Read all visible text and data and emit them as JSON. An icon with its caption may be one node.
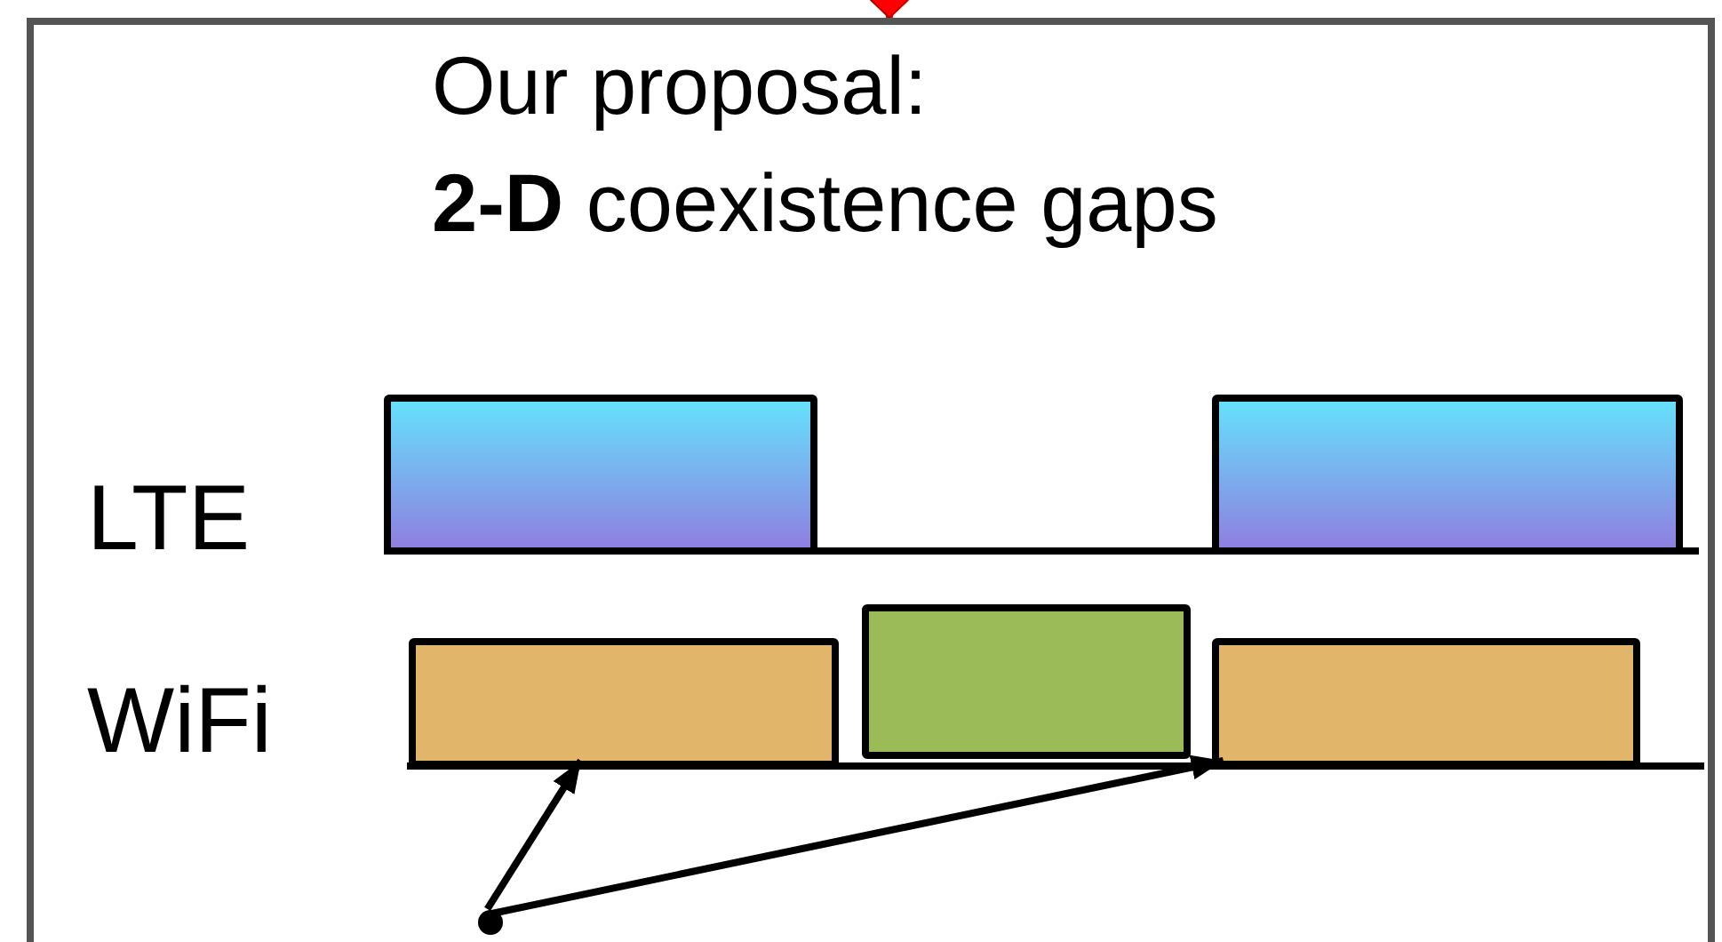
{
  "diagram": {
    "nodes": [
      {
        "text": [
          "Our proposal:",
          "**2-D** coexistence gaps"
        ]
      },
      {
        "text": [],
        "shape": "box",
        "in": 0
      },
      {
        "text": [],
        "shape": "box",
        "in": 0
      },
      {
        "text": [],
        "shape": "box",
        "in": 0
      },
      {
        "text": [],
        "shape": "box",
        "in": 0
      },
      {
        "text": [],
        "shape": "box",
        "in": 0
      },
      {
        "text": [],
        "shape": "circle",
        "in": 0
      }
    ],
    "edges": [
      {
        "from": null,
        "to": 0,
        "arrow": "to",
        "color": "#ff0000"
      },
      {
        "from": 6,
        "to": 3,
        "arrow": "to"
      },
      {
        "from": 6,
        "to": 5,
        "arrow": "to"
      }
    ],
    "labels": [
      "LTE",
      "WiFi"
    ]
  }
}
